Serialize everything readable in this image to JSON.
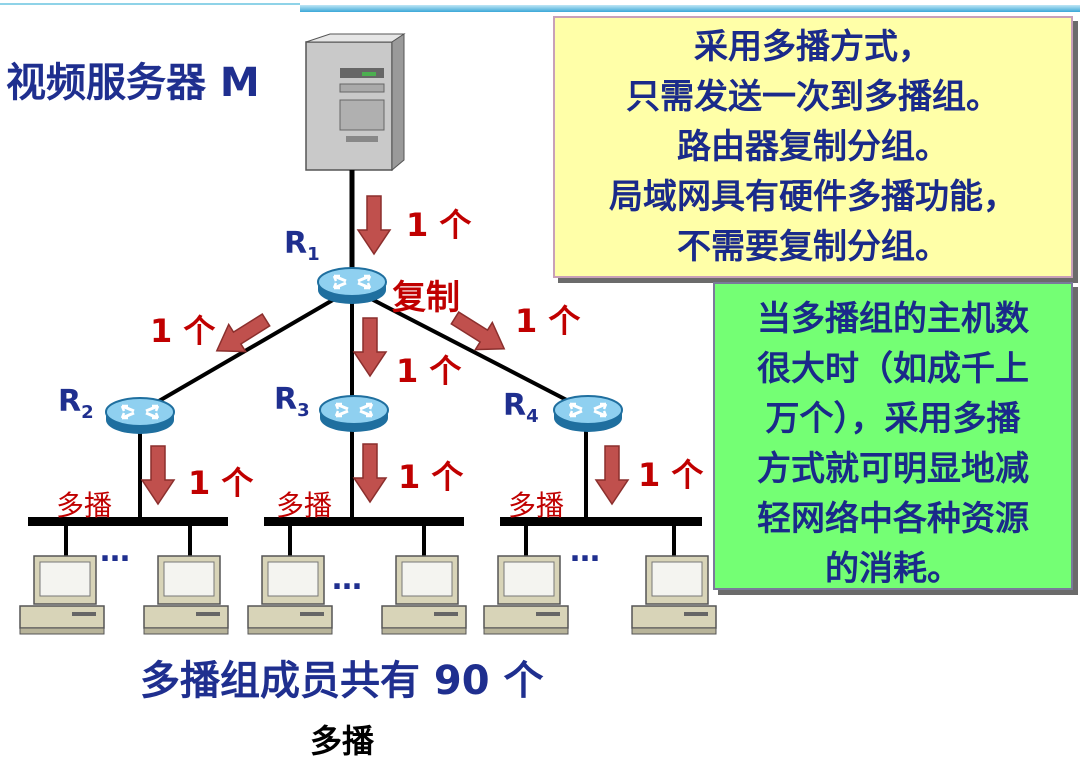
{
  "title": "视频服务器 M",
  "info_box_1": {
    "lines": [
      "采用多播方式，",
      "只需发送一次到多播组。",
      "路由器复制分组。",
      "局域网具有硬件多播功能，",
      "不需要复制分组。"
    ]
  },
  "info_box_2": {
    "lines": [
      "当多播组的主机数",
      "很大时（如成千上",
      "万个），采用多播",
      "方式就可明显地减",
      "轻网络中各种资源",
      "的消耗。"
    ]
  },
  "routers": {
    "r1": {
      "name": "R",
      "sub": "1"
    },
    "r2": {
      "name": "R",
      "sub": "2"
    },
    "r3": {
      "name": "R",
      "sub": "3"
    },
    "r4": {
      "name": "R",
      "sub": "4"
    }
  },
  "copy_label": "复制",
  "count_label": "1 个",
  "multicast_label": "多播",
  "ellipsis": "…",
  "caption": "多播组成员共有 90 个",
  "footer": "多播",
  "colors": {
    "title_blue": "#1f2f8f",
    "annotation_red": "#c00000",
    "box1_bg": "#ffffa8",
    "box2_bg": "#74ff74",
    "arrow_red": "#c0504d"
  },
  "icons": {
    "server": "server-tower-icon",
    "router": "router-icon",
    "computer": "desktop-computer-icon"
  }
}
